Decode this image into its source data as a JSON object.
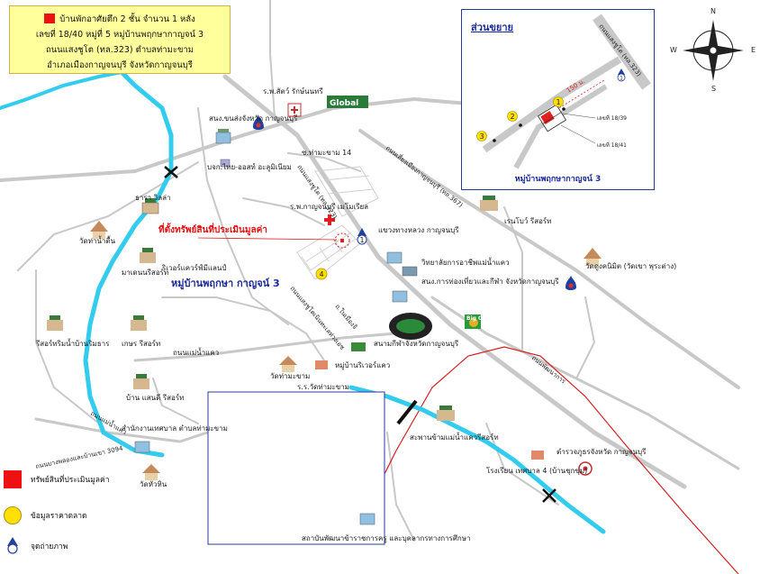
{
  "title_box": {
    "lines": [
      "บ้านพักอาศัยตึก 2 ชั้น จำนวน 1 หลัง",
      "เลขที่ 18/40 หมู่ที่ 5 หมู่บ้านพฤกษากาญจน์ 3",
      "ถนนแสงชูโต (ทล.323) ตำบลท่ามะขาม",
      "อำเภอเมืองกาญจนบุรี จังหวัดกาญจนบุรี"
    ]
  },
  "inset": {
    "title": "ส่วนขยาย",
    "road_label": "ถนนแสงชูโต (ทล.323)",
    "distance": "150 ม.",
    "lot_a": "เลขที่ 18/39",
    "lot_b": "เลขที่ 18/41",
    "markers": [
      "1",
      "2",
      "3"
    ],
    "camera": "1",
    "caption": "หมู่บ้านพฤกษากาญจน์ 3"
  },
  "compass": {
    "n": "N",
    "s": "S",
    "e": "E",
    "w": "W"
  },
  "map": {
    "subject_label": "ที่ตั้งทรัพย์สินที่ประเมินมูลค่า",
    "village_label": "หมู่บ้านพฤกษา กาญจน์ 3",
    "market_marker": "4",
    "camera_marker": "1",
    "places": {
      "vet_hospital": "ร.พ.สัตว์ รักษ์นนทรี",
      "global": "Global",
      "transport_office": "สนง.ขนส่งจังหวัด กาญจนบุรี",
      "bkk_tai": "บจก.ไทย-ออสท์ อะลูมิเนียม",
      "soi_14": "ซ.ท่ามะขาม 14",
      "hospital": "ร.พ.กาญจนบุรี เมโมเรียล",
      "highways": "แขวงทางหลวง กาญจนบุรี",
      "agri_college": "วิทยาลัยการอาชีพแม่น้ำแคว",
      "tourism_office": "สนง.การท่องเที่ยวและกีฬา จังหวัดกาญจนบุรี",
      "stadium": "สนามกีฬาจังหวัดกาญจนบุรี",
      "big_c": "Big C",
      "rainbow_resort": "เรนโบว์ รีสอร์ท",
      "wat_chai": "วัดดูงคนิมิต (วัดเขา พุระต่าง)",
      "tara_villa": "ธารา วิลล่า",
      "wat_tham": "วัดท่าน้ำตื้น",
      "mountain_resort": "มาเดนนรีสอร์ท",
      "river_resort": "ริเวอร์แควร์ฟ์มีแลนป์",
      "kesorn_resort": "เกษร รีสอร์ท",
      "riverside_resort": "รีสอร์ทริมน้ำบ้านริมธาร",
      "mae_nam_road": "ถนนแม่น้ำแคว",
      "wat_thamakham": "วัดท่ามะขาม",
      "school_thamakham": "ร.ร.วัดท่ามะขาม",
      "river_village": "หมู่บ้านริเวอร์แคว",
      "bansanti": "บ้าน แสนดี รีสอร์ท",
      "subdistrict_office": "สำนักงานเทศบาล ตำบลท่ามะขาม",
      "wat_hua_hin": "วัดหัวหิน",
      "bridge_resort": "สะพานข้ามแม่น้ำแควรีสอร์ท",
      "police": "ตำรวจภูธรจังหวัด กาญจนบุรี",
      "school_4": "โรงเรียน เทศบาล 4 (บ้านชุกขุ่ม)",
      "institute": "สถาบันพัฒนาข้าราชการครู และบุคลากรทางการศึกษา",
      "road_saengchuto": "ถนนแสงชูโต (ทล.323)",
      "road_bypass": "ถนนเลี่ยงเมืองกาญจนบุรี (ทล.367)",
      "road_pattana": "ถนนพัฒนาการ",
      "road_sapphan": "ถนนบางพลองและบ้านเขา 3094",
      "road_saeng_south": "ถนนแสงชูโตเนินทะเลท่วงเอช",
      "road_kwae": "ถนนแม่น้ำแคว",
      "road_saengsuk": "ถ.ในเมืองจิ"
    }
  },
  "legend": [
    {
      "label": "ทรัพย์สินที่ประเมินมูลค่า",
      "symbol": "red-square"
    },
    {
      "label": "ข้อมูลราคาตลาด",
      "symbol": "yellow-circle"
    },
    {
      "label": "จุดถ่ายภาพ",
      "symbol": "camera-point"
    }
  ],
  "colors": {
    "road": "#c8c8c8",
    "river": "#33ccee",
    "rail": "#d32020",
    "title_bg": "#ffff9c",
    "subject": "#ee1111"
  }
}
